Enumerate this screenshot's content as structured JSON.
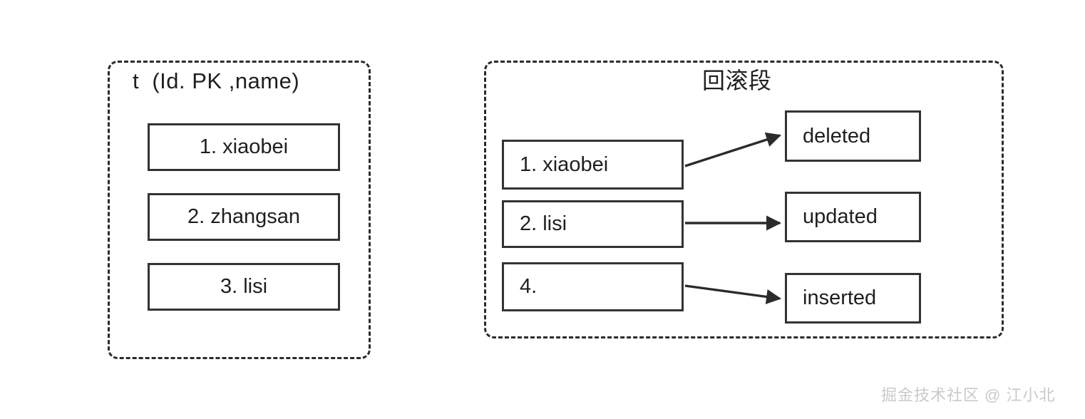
{
  "diagram": {
    "colors": {
      "line": "#333333",
      "dashed_border": "#2b2b2b",
      "text": "#1f1f1f",
      "background": "#ffffff",
      "watermark": "#c9c9c9"
    },
    "table_panel": {
      "title": "t  (Id. PK ,name)",
      "rows": [
        {
          "label": "1. xiaobei"
        },
        {
          "label": "2. zhangsan"
        },
        {
          "label": "3. lisi"
        }
      ]
    },
    "rollback_panel": {
      "title": "回滚段",
      "source_rows": [
        {
          "label": "1. xiaobei"
        },
        {
          "label": "2. lisi"
        },
        {
          "label": "4."
        }
      ],
      "target_rows": [
        {
          "label": "deleted"
        },
        {
          "label": "updated"
        },
        {
          "label": "inserted"
        }
      ],
      "arrows": [
        {
          "from": "1. xiaobei",
          "to": "deleted"
        },
        {
          "from": "2. lisi",
          "to": "updated"
        },
        {
          "from": "4.",
          "to": "inserted"
        }
      ]
    },
    "watermark": "掘金技术社区 @ 江小北"
  }
}
